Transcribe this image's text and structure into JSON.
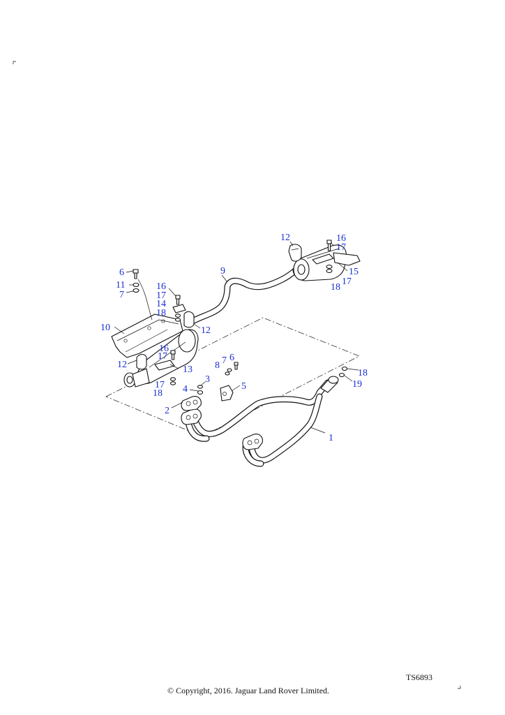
{
  "diagram": {
    "reference_code": "TS6893",
    "copyright": "© Copyright, 2016. Jaguar Land Rover Limited.",
    "callout_color": "#1a2fd0",
    "callouts": {
      "c1": "1",
      "c2": "2",
      "c3": "3",
      "c4": "4",
      "c5": "5",
      "c6a": "6",
      "c6b": "6",
      "c7a": "7",
      "c7b": "7",
      "c8": "8",
      "c9": "9",
      "c10": "10",
      "c11": "11",
      "c12a": "12",
      "c12b": "12",
      "c12c": "12",
      "c13": "13",
      "c14": "14",
      "c15": "15",
      "c16a": "16",
      "c16b": "16",
      "c16c": "16",
      "c17a": "17",
      "c17b": "17",
      "c17c": "17",
      "c17d": "17",
      "c17e": "17",
      "c18a": "18",
      "c18b": "18",
      "c18c": "18",
      "c18d": "18",
      "c19": "19"
    }
  }
}
